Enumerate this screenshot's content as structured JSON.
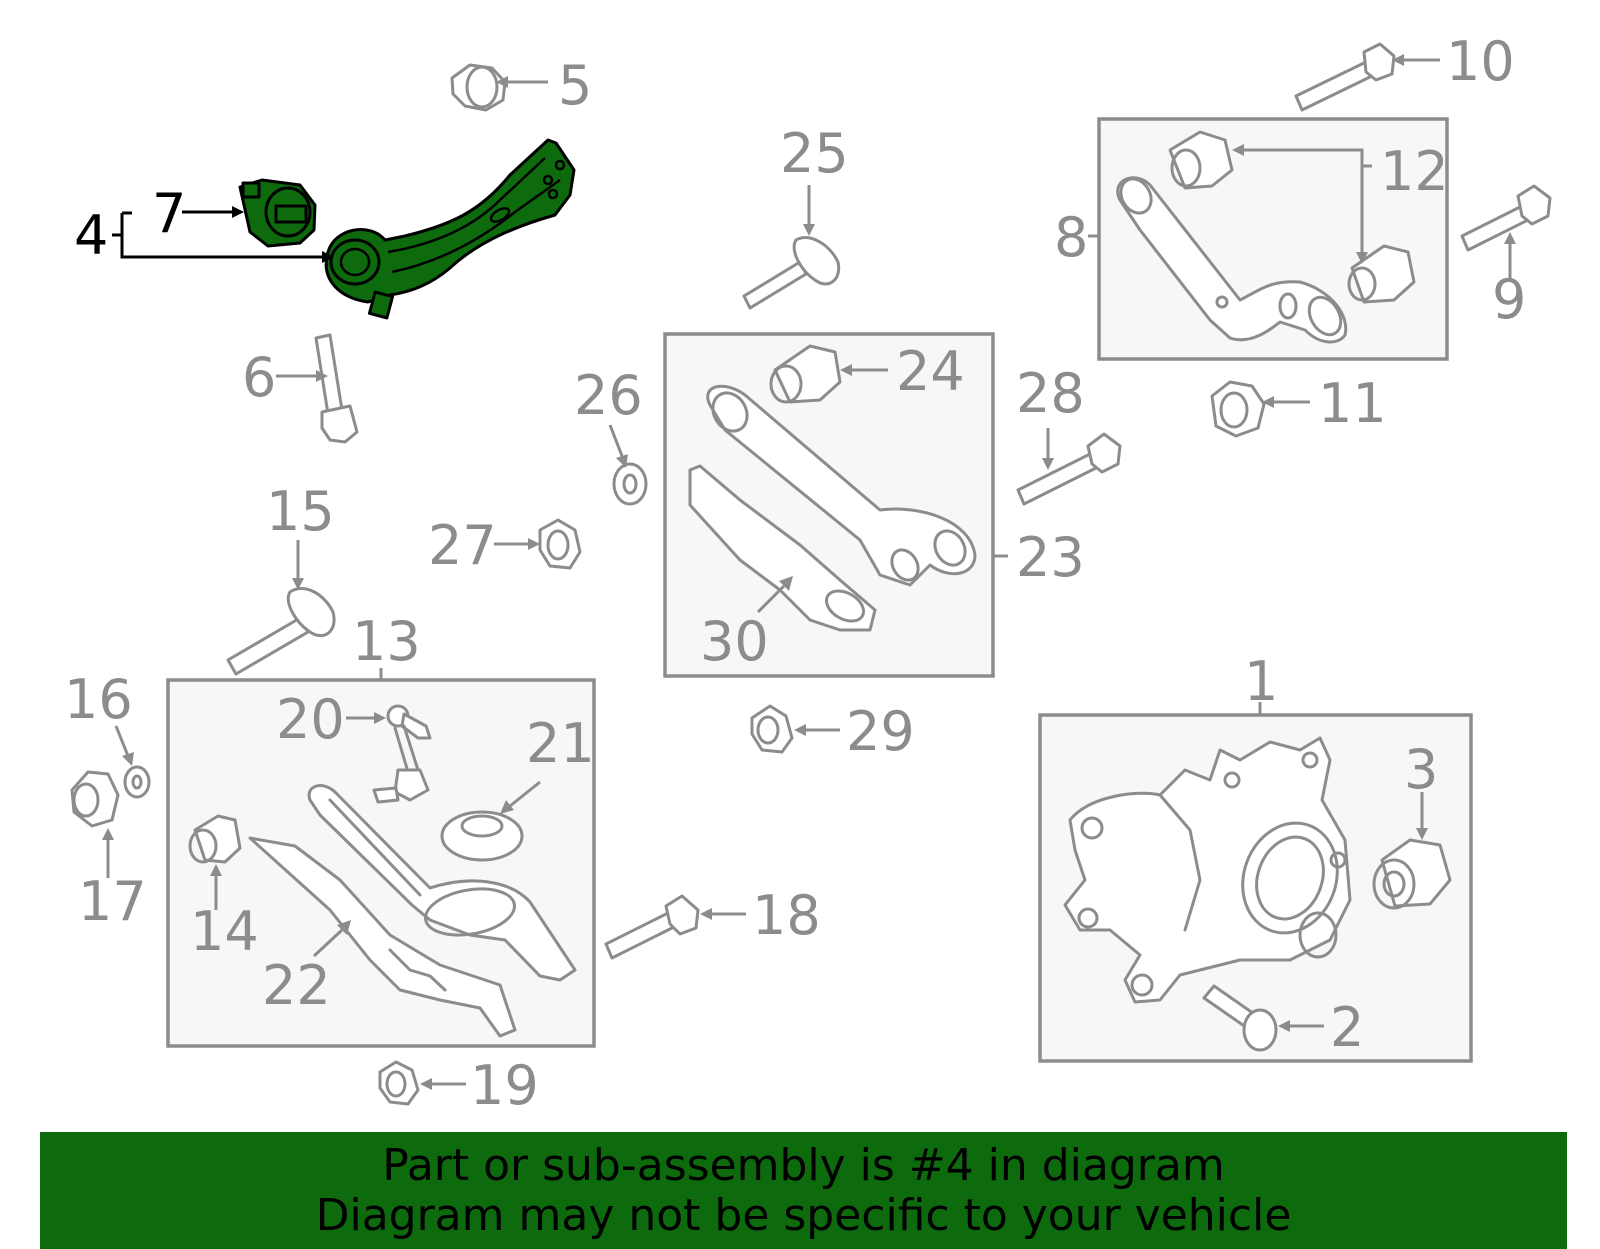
{
  "labels": {
    "l1": "1",
    "l2": "2",
    "l3": "3",
    "l4": "4",
    "l5": "5",
    "l6": "6",
    "l7": "7",
    "l8": "8",
    "l9": "9",
    "l10": "10",
    "l11": "11",
    "l12": "12",
    "l13": "13",
    "l14": "14",
    "l15": "15",
    "l16": "16",
    "l17": "17",
    "l18": "18",
    "l19": "19",
    "l20": "20",
    "l21": "21",
    "l22": "22",
    "l23": "23",
    "l24": "24",
    "l25": "25",
    "l26": "26",
    "l27": "27",
    "l28": "28",
    "l29": "29",
    "l30": "30"
  },
  "banner": {
    "line1": "Part or sub-assembly is #4 in diagram",
    "line2": "Diagram may not be specific to your vehicle"
  },
  "colors": {
    "highlight": "#0d6b0d",
    "part_stroke": "#8c8c8c",
    "box_fill": "#f7f7f7"
  }
}
